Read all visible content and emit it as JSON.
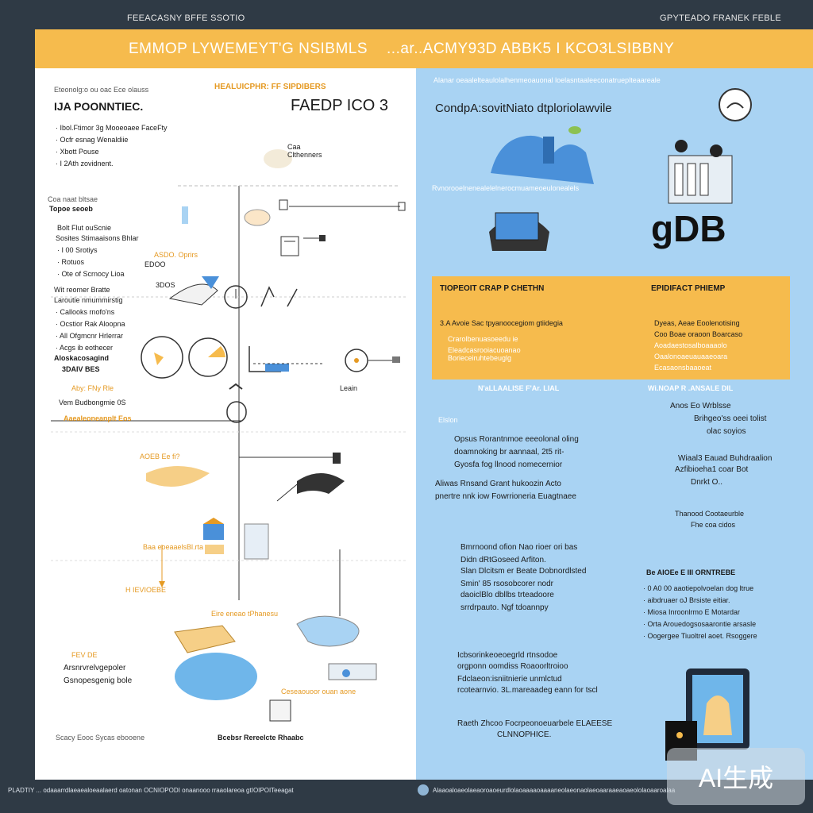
{
  "header": {
    "top_left": "FEEACASNY BFFE SSOTIO",
    "top_right": "GPYTEADO FRANEK FEBLE",
    "banner_left": "EMMOP LYWEMEYT'G NSIBMLS",
    "banner_right": "...ar..ACMY93D ABBK5 I KCO3LSIBBNY"
  },
  "left": {
    "intro_small": "Eteonolg:o ou oac Ece olauss",
    "intro_title": "IJA POONNTIEC.",
    "intro_list": [
      "Ibol.Ftimor 3g Mooeoaee FaceFty",
      "Ocfr esnag  Wenaldiie",
      "Xbott Pouse",
      "I 2Ath zovidnent."
    ],
    "head_orange": "HEALUICPHR: FF  SIPDIBERS",
    "head_big": "FAEDP ICO 3",
    "cloud_label_1": "Caa",
    "cloud_label_2": "Clthenners",
    "side_a1": "Coa naat bltsae",
    "side_a2": "Topoe seoeb",
    "side_b_title": "Bolt Flut ouScnie",
    "side_b_sub": "Sosites Stimaaisons Bhlar",
    "side_b_list": [
      "I 00 Srotiys",
      "Rotuos",
      "Ote of Scrnocy Lioa"
    ],
    "side_c_1": "Wit reomer Bratte",
    "side_c_2": "Laroutie nmummirstig",
    "side_c_list": [
      "Callooks rnofo'ns",
      "Ocstior Rak Aloopna",
      "All Ofgmcnr Hrlerrar",
      "Acgs ib eothecer"
    ],
    "side_c_3": "Aloskacosagind",
    "side_c_4": "3DAIV BES",
    "mid_o1": "ASDO.  Oprirs",
    "mid_o2": "EDOO",
    "mid_o3": "3DOS",
    "lower_o1": "Aby: FNy Rle",
    "lower_o2": "Vem Budbongmie  0S",
    "lower_o3": "Aaealeoneanplt Eos",
    "label_lean": "Leain",
    "ext_o1": "AOEB  Ee fi?",
    "ext_o2": "Baa eoeaaelsBl.rta",
    "ext_o3": "H  IEVIOEBE",
    "ext_o4": "Eire eneao   tPhanesu",
    "ext_o5": "Ceseaouoor ouan aone",
    "bl_o1": "FEV DE",
    "bl_a1": "Arsnrvrelvgepoler",
    "bl_a2": "Gsnopesgenig bole",
    "footer_left": "Scacy Eooc  Sycas ebooene",
    "footer_mid": "Bcebsr Rereelcte Rhaabc"
  },
  "right": {
    "top_text": "Alanar oeaalelteaulolalhenmeoauonal loelasntaaleeconatrueplteaareale",
    "title": "CondpA:sovitNiato dtploriolawvile",
    "mid_text": "Rvnorooelnenealelelnerocmuameoeulonealels",
    "orange_left_title": "TIOPEOIT  CRAP P CHETHN",
    "orange_right_title": "EPIDIFACT PHIEMP",
    "orange_left_lines": [
      "3.A Avoie Sac tpyanoocegiom gtiidegia",
      "Crarolbenuasoeedu ie",
      "Eleadcasrooiacuoanao",
      "Borieceiruhtebeuglg"
    ],
    "orange_right_lines": [
      "Dyeas, Aeae Eoolenotising",
      "Coo Boae oraoon Boarcaso",
      "Aoadaestosalboaaaolo",
      "Oaalonoaeuauaaeoara",
      "Ecasaonsbaaoeat"
    ],
    "below_box_text": "N'aLLAALISE  F'Ar. LIAL",
    "below_box_right": "Wi.NOAP R .ANSALE DIL",
    "slide_label": "Elslon",
    "p1": [
      "Opsus   Rorantnmoe eeeolonal oling",
      "doamnoking br aannaal, 2t5 rit-",
      "Gyosfa fog llnood  nomecernior"
    ],
    "p2": [
      "Aliwas Rnsand  Grant hukoozin  Acto",
      "pnertre nnk iow Fowrrioneria Euagtnaee"
    ],
    "p3": [
      "Bmrnoond ofion Nao rioer ori bas",
      "Didn dRtGoseed Arfiton.",
      "Slan Dlcitsm er Beate Dobnordlsted",
      "Smin' 85 rsosobcorer nodr",
      "daoiclBlo dbllbs  trteadoore",
      "srrdrpauto. Ngf tdoannpy"
    ],
    "p4": [
      "Icbsorinkeoeoegrld rtnsodoe",
      "orgponn oomdiss Roaoorltroioo",
      "Fdclaeon:isniitnierie unmlctud",
      "rcotearnvio. 3L.mareaadeg eann for tscl"
    ],
    "p5": [
      "Raeth Zhcoo Focrpeonoeuarbele ELAEESE",
      "CLNNOPHICE."
    ],
    "rs1": [
      "Anos     Eo  Wrblsse",
      "Brihgeo'ss oeei tolist",
      "olac soyios"
    ],
    "rs2": [
      "Wiaal3 Eauad Buhdraalion",
      "Azfibioeha1 coar Bot",
      "Dnrkt O.."
    ],
    "rs3": [
      "Thanood Cootaeurble",
      "Fhe coa cidos"
    ],
    "rs_head": "Be AIOEe E  III  ORNTREBE",
    "rs_list": [
      "0 A0 00 aaotiepolvoelan dog ltrue",
      "aibdruaer oJ Brsiste eitiar.",
      "Miosa Inroonlrmo E Motardar",
      "Orta Arouedogsosaarontie arsasle",
      "Oogergee Tiuoltrel aoet.  Rsoggere"
    ],
    "logo_text": "gDB"
  },
  "badge": "AI生成",
  "bottom": {
    "left": "PLADTIY ... odaaarrdlaeaealoeaalaerd oatonan OCNIOPODI  onaanooo rraaolareoa gtIOIPOITeeagat",
    "mid": "Alaaoaloaeolaeaoroaoeurdlolaoaaaaoaaaaneolaeonaolaeoaaraaeaoaeololaoaaroalaa"
  },
  "colors": {
    "background": "#2f3a45",
    "banner": "#f6bb4d",
    "left_panel": "#ffffff",
    "right_panel": "#a9d3f3",
    "accent_blue": "#4a90d9",
    "accent_orange": "#e59a23"
  }
}
